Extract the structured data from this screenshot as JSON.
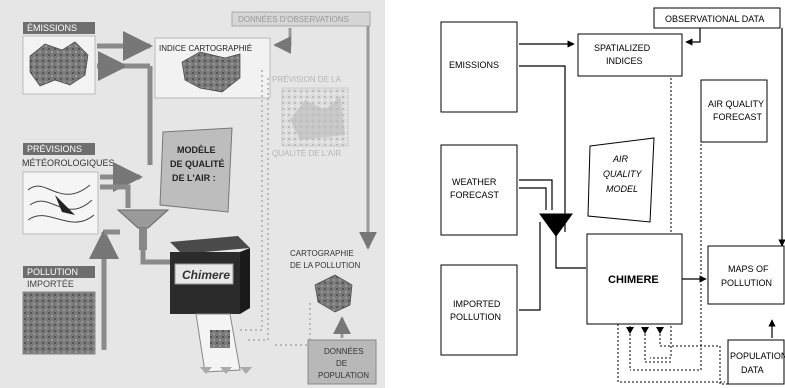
{
  "left": {
    "emissions": "ÉMISSIONS",
    "indice_cartographie": "INDICE CARTOGRAPHIÉ",
    "donnees_observations": "DONNÉES D'OBSERVATIONS",
    "prevision_line1": "PRÉVISION DE LA",
    "prevision_line2": "QUALITÉ DE L'AIR",
    "previsions_line1": "PRÉVISIONS",
    "previsions_line2": "MÉTÉOROLOGIQUES",
    "modele_line1": "MODÈLE",
    "modele_line2": "DE QUALITÉ",
    "modele_line3": "DE L'AIR :",
    "chimere": "Chimere",
    "cartographie_line1": "CARTOGRAPHIE",
    "cartographie_line2": "DE LA POLLUTION",
    "pollution_line1": "POLLUTION",
    "pollution_line2": "IMPORTÉE",
    "donnees_line1": "DONNÉES",
    "donnees_line2": "DE",
    "donnees_line3": "POPULATION"
  },
  "right": {
    "observational_data": "OBSERVATIONAL DATA",
    "emissions": "EMISSIONS",
    "spatialized_line1": "SPATIALIZED",
    "spatialized_line2": "INDICES",
    "aq_forecast_line1": "AIR QUALITY",
    "aq_forecast_line2": "FORECAST",
    "aq_model_line1": "AIR",
    "aq_model_line2": "QUALITY",
    "aq_model_line3": "MODEL",
    "weather_line1": "WEATHER",
    "weather_line2": "FORECAST",
    "chimere": "CHIMERE",
    "maps_line1": "MAPS OF",
    "maps_line2": "POLLUTION",
    "imported_line1": "IMPORTED",
    "imported_line2": "POLLUTION",
    "population_line1": "POPULATION",
    "population_line2": "DATA"
  }
}
